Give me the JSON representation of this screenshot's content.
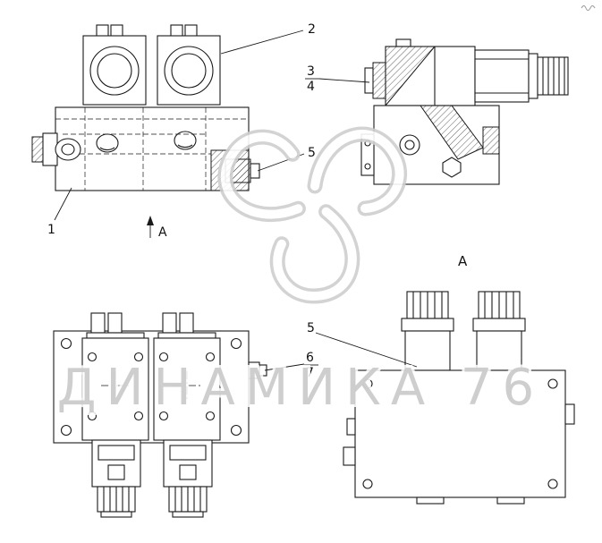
{
  "diagram": {
    "watermark": {
      "text": "ДИНАМИКА 76"
    },
    "callouts": {
      "item1": "1",
      "item2": "2",
      "item3": "3",
      "item4": "4",
      "item5_side": "5",
      "item5_top": "5",
      "item6": "6",
      "item7": "7"
    },
    "views": {
      "arrow_label": "A",
      "view_a_label": "A"
    },
    "colors": {
      "line": "#1a1a1a",
      "watermark_fill": "#c9c9c9",
      "logo_stroke": "#cfcfcf",
      "background": "#ffffff"
    }
  }
}
